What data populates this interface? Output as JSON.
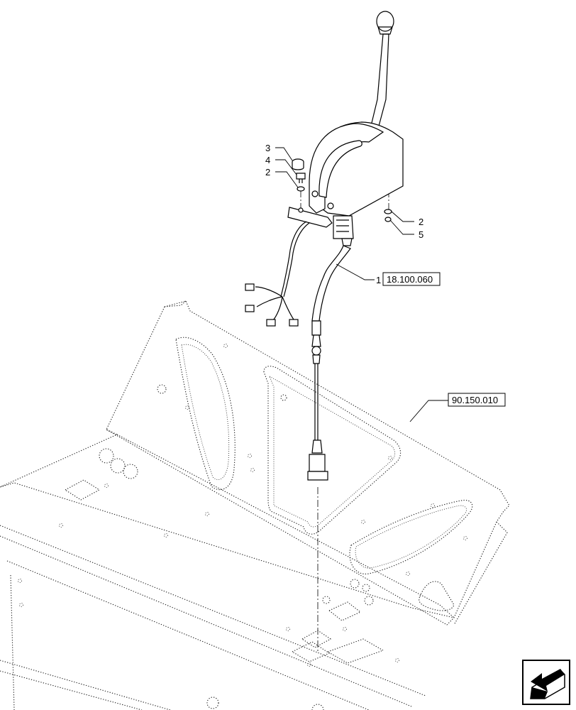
{
  "callouts": {
    "c1": "1",
    "c2a": "2",
    "c2b": "2",
    "c3": "3",
    "c4": "4",
    "c5": "5"
  },
  "references": {
    "ref_control": "18.100.060",
    "ref_floor": "90.150.010"
  },
  "icons": {
    "nav": "arrow-left-down-icon"
  }
}
